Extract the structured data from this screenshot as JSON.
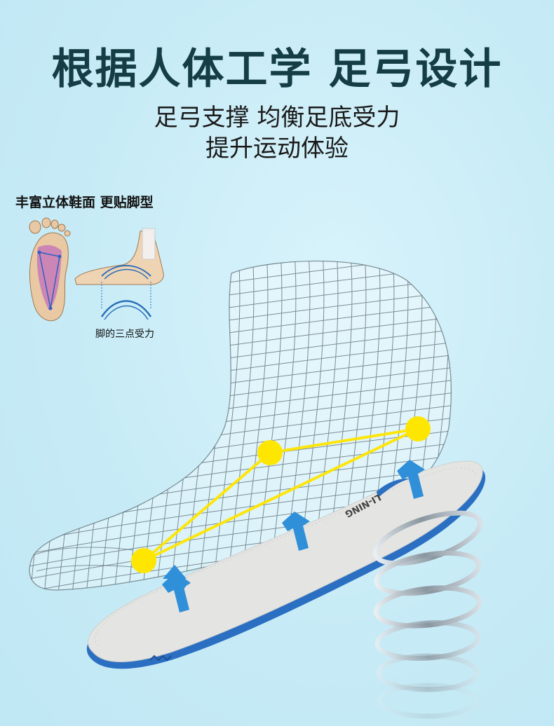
{
  "header": {
    "title": "根据人体工学 足弓设计",
    "subtitle_line1": "足弓支撑 均衡足底受力",
    "subtitle_line2": "提升运动体验"
  },
  "feature": {
    "label": "丰富立体鞋面 更贴脚型",
    "diagram_caption": "脚的三点受力"
  },
  "insole": {
    "brand_logo_text": "LI-NING"
  },
  "colors": {
    "background": "#c9ecf6",
    "title": "#143d46",
    "pressure_point": "#ffe600",
    "arrow": "#2f8fd8",
    "insole_base": "#2a6fc2",
    "insole_top": "#e4e4e2",
    "mesh": "#5a6a72"
  },
  "icons": [
    "footprint-icon",
    "foot-side-icon",
    "arch-icon",
    "up-arrow-icon",
    "spring-icon"
  ]
}
